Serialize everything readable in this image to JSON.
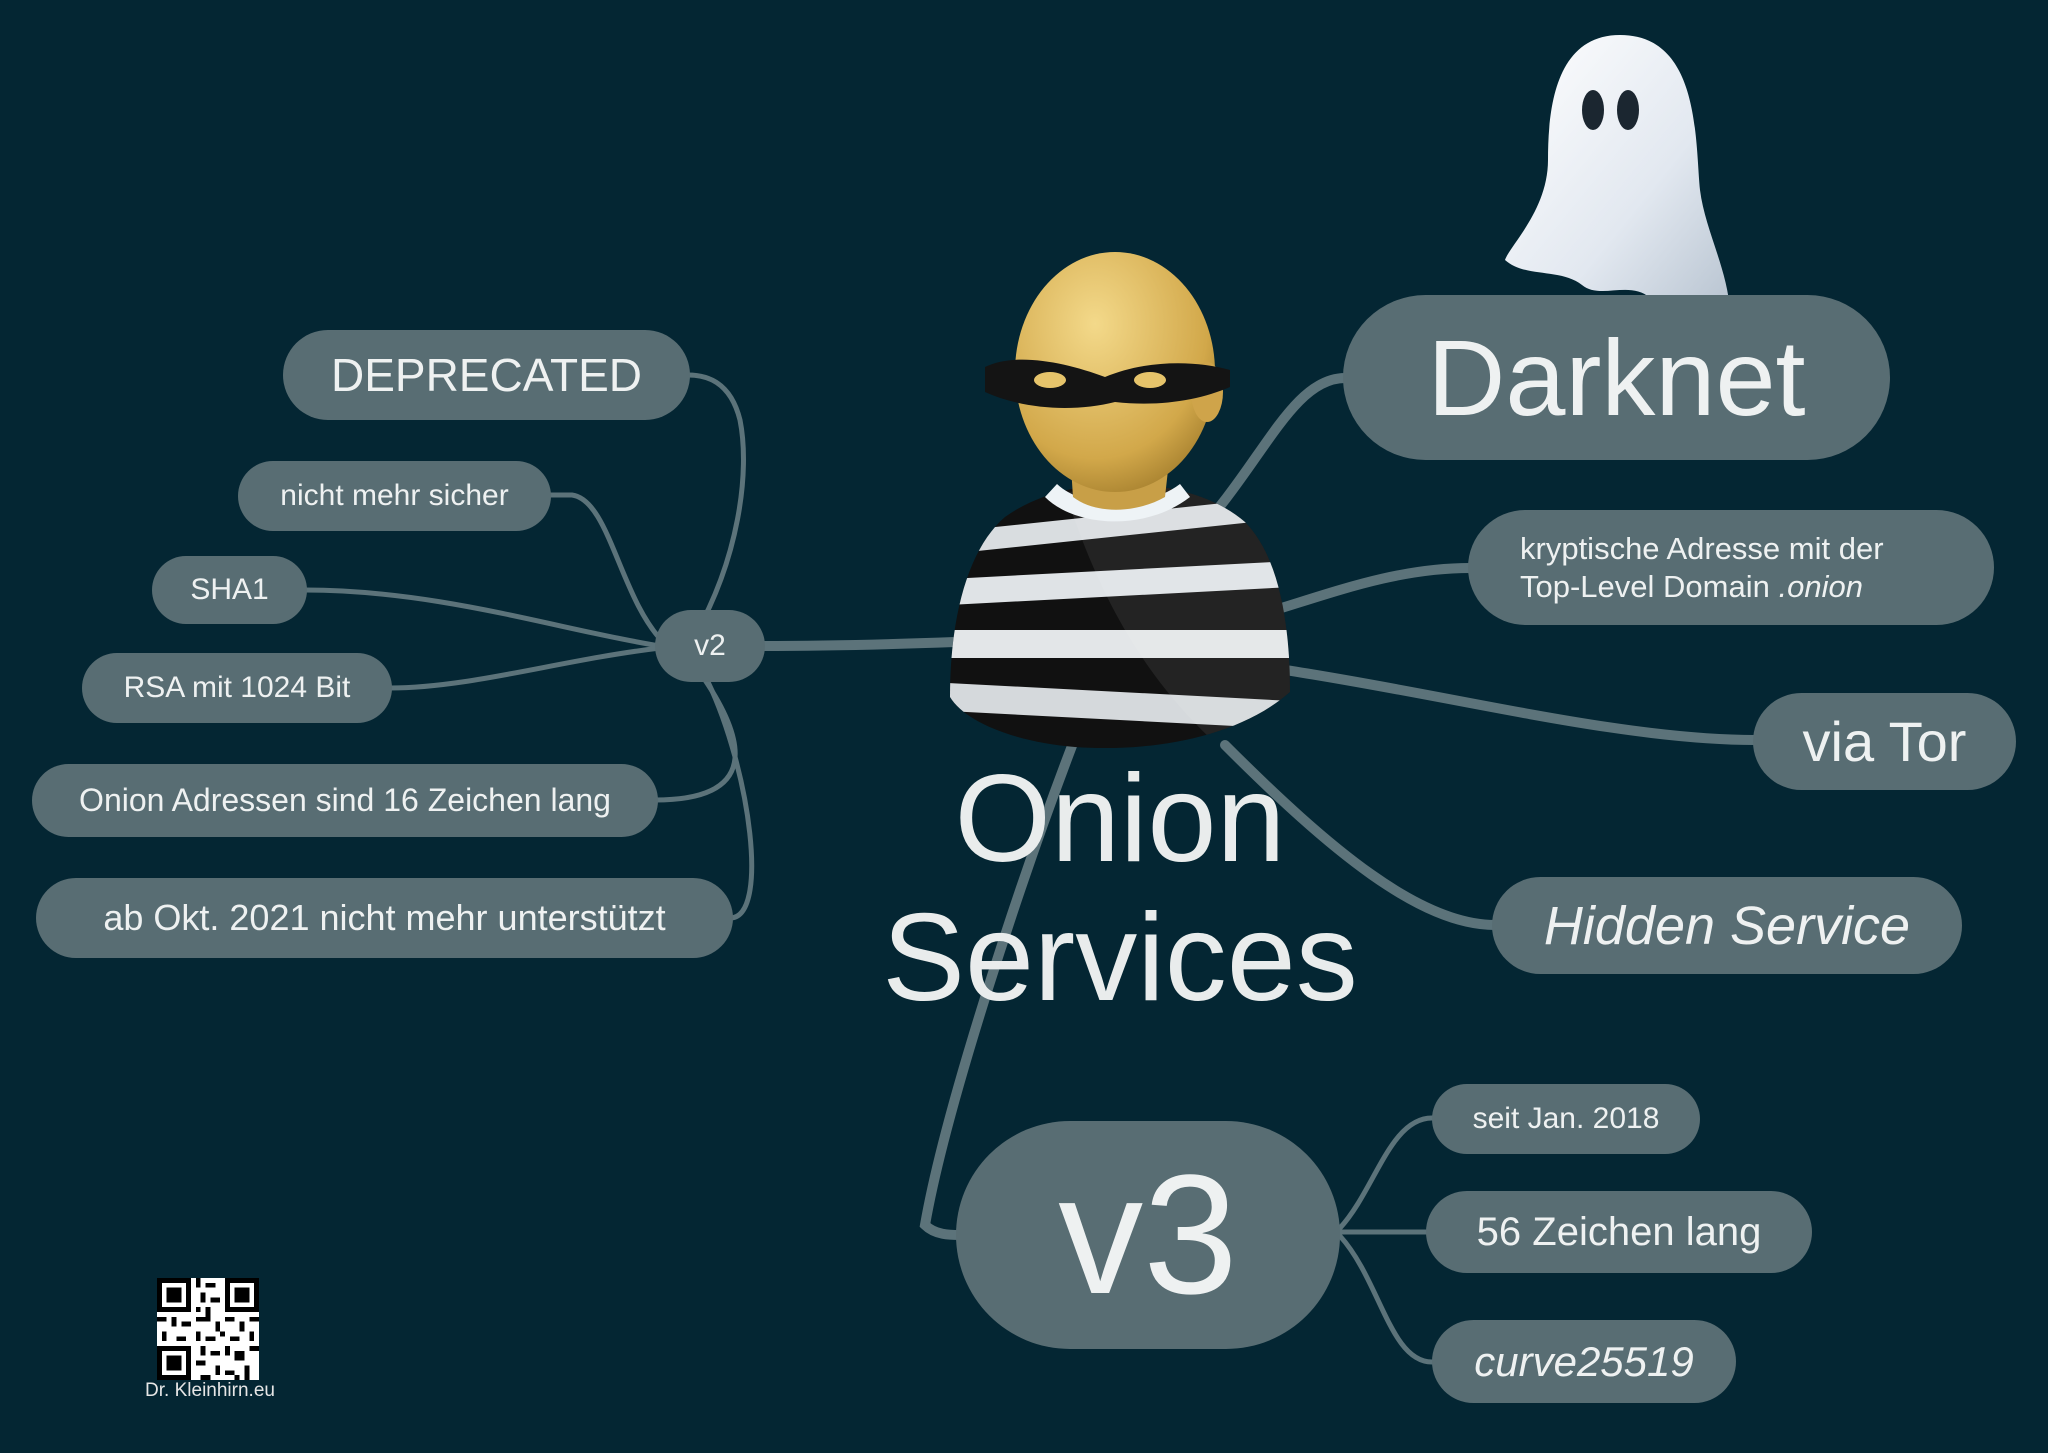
{
  "diagram": {
    "central_topic": {
      "line1": "Onion",
      "line2": "Services"
    },
    "left_branch": {
      "hub": "v2",
      "items": [
        "DEPRECATED",
        "nicht mehr sicher",
        "SHA1",
        "RSA mit 1024 Bit",
        "Onion Adressen sind 16 Zeichen lang",
        "ab Okt. 2021 nicht mehr unterstützt"
      ]
    },
    "right_branch": {
      "darknet": "Darknet",
      "address": {
        "line1": "kryptische Adresse mit der",
        "line2_prefix": "Top-Level Domain ",
        "line2_suffix": ".onion"
      },
      "via_tor": "via Tor",
      "hidden_service": "Hidden Service"
    },
    "v3_branch": {
      "hub": "v3",
      "items": [
        "seit Jan. 2018",
        "56 Zeichen lang",
        "curve25519"
      ]
    }
  },
  "footer": {
    "credit": "Dr. Kleinhirn.eu"
  },
  "colors": {
    "background": "#042633",
    "node_fill": "#586d73",
    "text": "#eef1f1",
    "connector": "#5c737a"
  },
  "icons": [
    "burglar-icon",
    "ghost-icon",
    "qr-code-icon"
  ]
}
